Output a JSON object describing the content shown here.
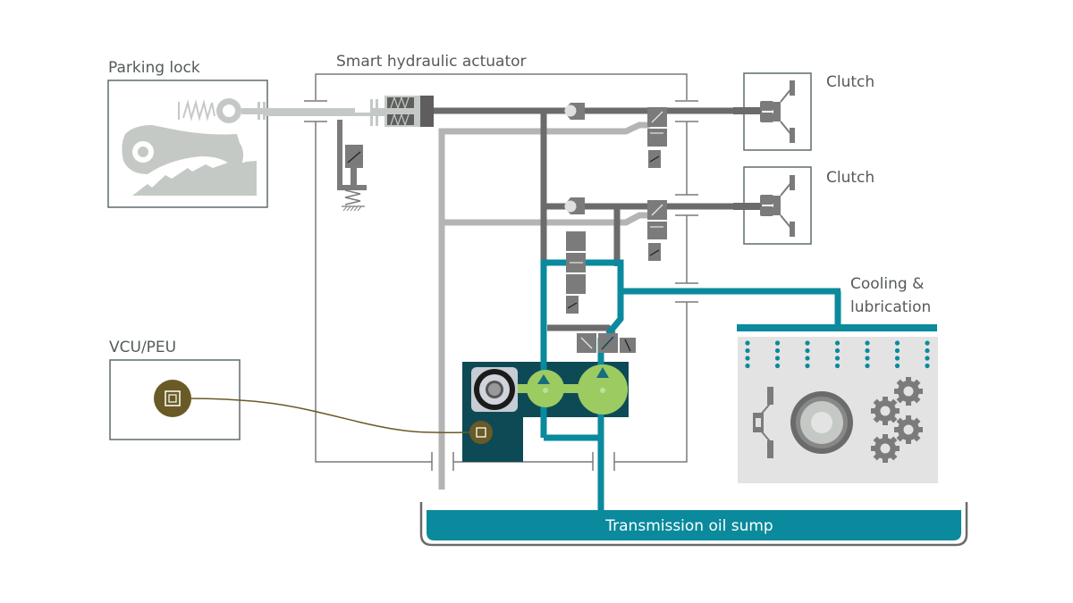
{
  "title": "Smart hydraulic actuator system diagram",
  "labels": {
    "parking_lock": "Parking lock",
    "smart_hydraulic_actuator": "Smart hydraulic actuator",
    "clutch_1": "Clutch",
    "clutch_2": "Clutch",
    "cooling_line1": "Cooling &",
    "cooling_line2": "lubrication",
    "vcu_peu": "VCU/PEU",
    "sump": "Transmission oil sump"
  },
  "colors": {
    "dark_line": "#6b6b6b",
    "light_line": "#b4b4b4",
    "teal": "#0a8a9c",
    "pump_block": "#0e4a56",
    "pump_green": "#9ccb62",
    "controller": "#6a5a25",
    "box_border": "#5f6b6d",
    "cooling_bg": "#e3e3e3",
    "parking_grey": "#c5c9c5"
  },
  "cooling": {
    "nozzle_columns": 7,
    "drops_per_column": 4,
    "gear_count": 4
  }
}
